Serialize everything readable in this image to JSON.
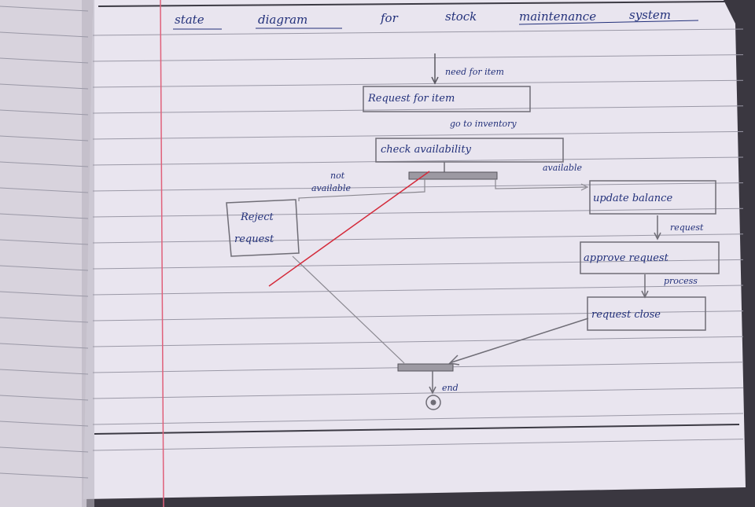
{
  "title": {
    "words": [
      "state",
      "diagram",
      "for",
      "stock",
      "maintenance",
      "system"
    ]
  },
  "states": {
    "request_for_item": "Request for item",
    "check_availability": "check availability",
    "reject_request_line1": "Reject",
    "reject_request_line2": "request",
    "update_balance": "update balance",
    "approve_request": "approve request",
    "request_close": "request close"
  },
  "transitions": {
    "need_for_item": "need for item",
    "go_to_inventory": "go to inventory",
    "not_available_line1": "not",
    "not_available_line2": "available",
    "available": "available",
    "to_approve": "request",
    "to_close": "process",
    "end": "end"
  },
  "colors": {
    "page": "#e9e5ef",
    "margin_line": "#e0607a",
    "rule_line": "#9a98a6",
    "ink": "#22307a",
    "pencil": "#6f6d76",
    "red_stroke": "#d42a3a"
  }
}
